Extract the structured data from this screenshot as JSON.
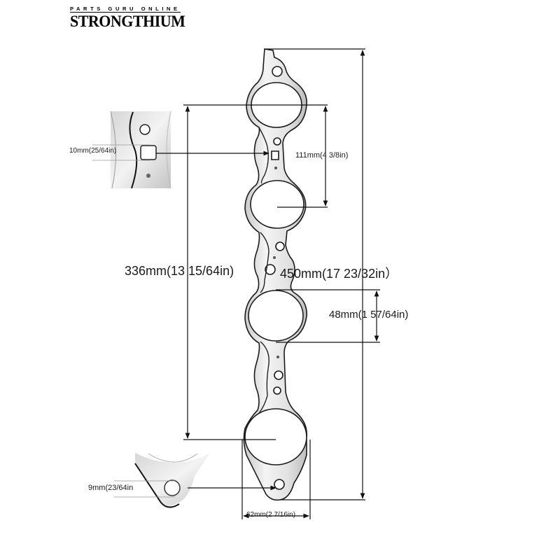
{
  "brand": {
    "tagline": "PARTS GURU ONLINE",
    "name": "STRONGTHIUM"
  },
  "diagram": {
    "subject": "Exhaust header gasket dimension drawing",
    "colors": {
      "metal_light": "#f2f2f2",
      "metal_mid": "#c9c9c9",
      "outline": "#1a1a1a",
      "dimension_line": "#111111"
    },
    "dimensions": {
      "overall_length": "450mm(17 23/32in）",
      "port_span": "336mm(13 15/64in)",
      "port_spacing": "111mm(4 3/8in)",
      "port_diameter": "48mm(1 57/64in)",
      "flange_width": "62mm(2 7/16in)",
      "square_hole": "10mm(25/64in)",
      "bolt_hole": "9mm(23/64in"
    },
    "insets": [
      {
        "name": "square-hole-detail",
        "label_ref": "square_hole"
      },
      {
        "name": "bolt-hole-detail",
        "label_ref": "bolt_hole"
      }
    ]
  }
}
